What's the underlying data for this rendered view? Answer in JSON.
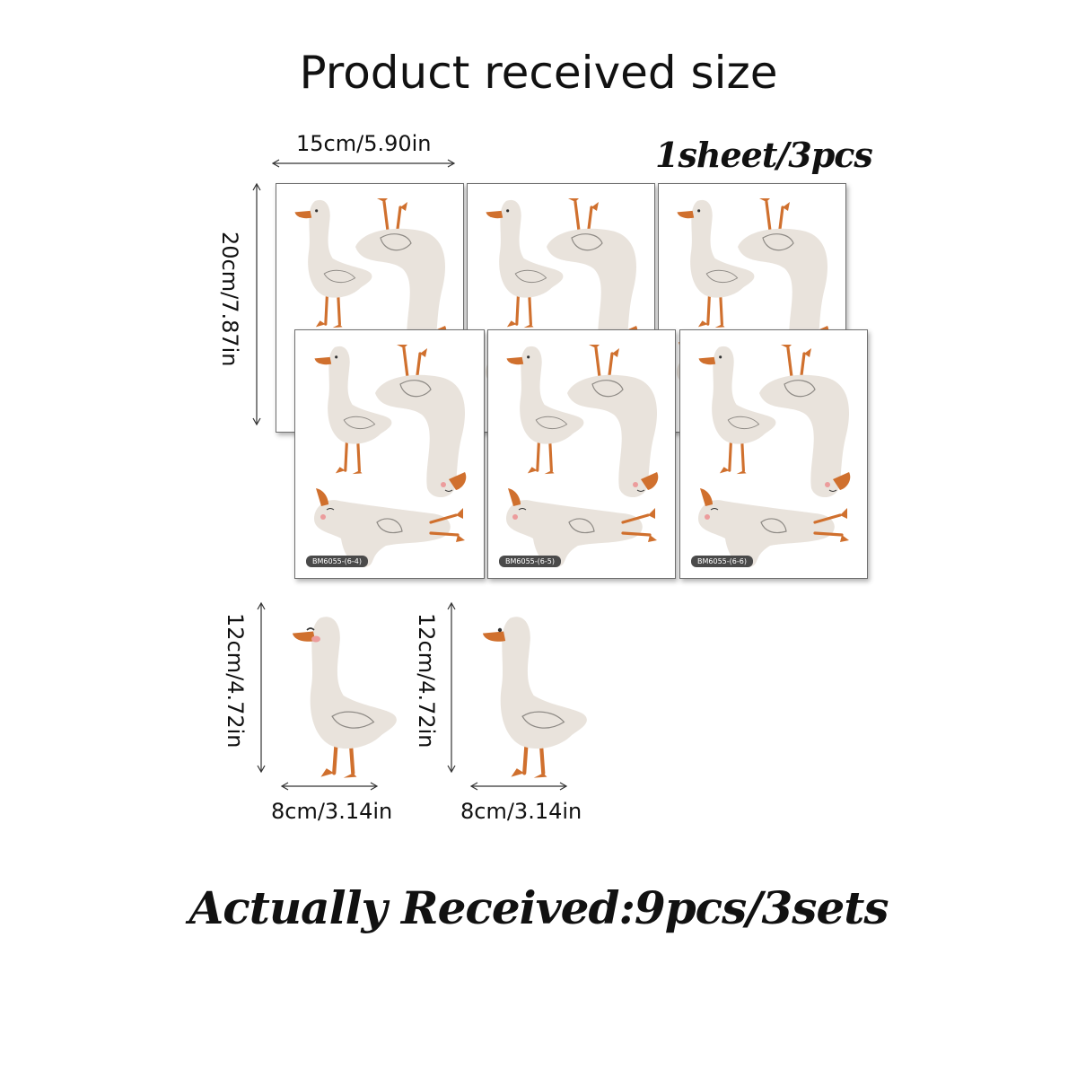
{
  "title": "Product received size",
  "sheet_count": "1sheet/3pcs",
  "sheet_width": "15cm/5.90in",
  "sheet_height": "20cm/7.87in",
  "sheet_codes": [
    "BM6055-(6-4)",
    "BM6055-(6-5)",
    "BM6055-(6-6)"
  ],
  "single_height": "12cm/4.72in",
  "single_width": "8cm/3.14in",
  "footer": "Actually Received:9pcs/3sets",
  "icons": [
    "goose-sticker-icon"
  ],
  "colors": {
    "goose": "#e9e3dc",
    "beak": "#d0702e",
    "cheek": "#ec9c9c"
  }
}
